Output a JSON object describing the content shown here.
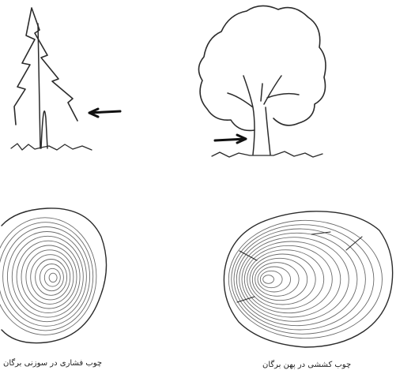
{
  "figure": {
    "left_panel": {
      "tree": "conifer-tree",
      "cross_section": "conifer-trunk-cross-section",
      "caption": "چوب فشاری در سوزنی برگان"
    },
    "right_panel": {
      "tree": "broadleaf-tree",
      "cross_section": "broadleaf-trunk-cross-section",
      "caption": "چوب کششی در پهن برگان"
    },
    "colors": {
      "ink": "#2b2b2b",
      "ring": "#6a6a6a",
      "background": "#ffffff"
    }
  }
}
